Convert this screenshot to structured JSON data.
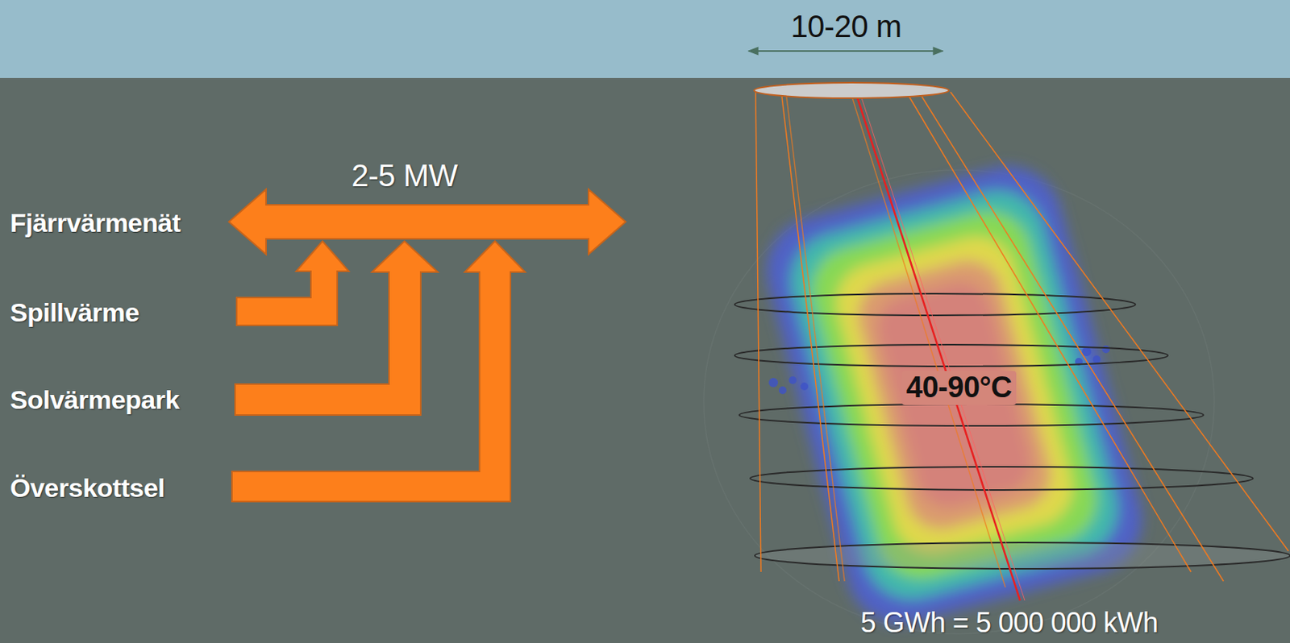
{
  "diagram": {
    "labels": [
      "10-20 m",
      "2-5 MW",
      "Fjärrvärmenät",
      "Spillvärme",
      "Solvärmepark",
      "Överskottsel",
      "40-90°C",
      "5 GWh = 5 000 000 kWh"
    ]
  }
}
